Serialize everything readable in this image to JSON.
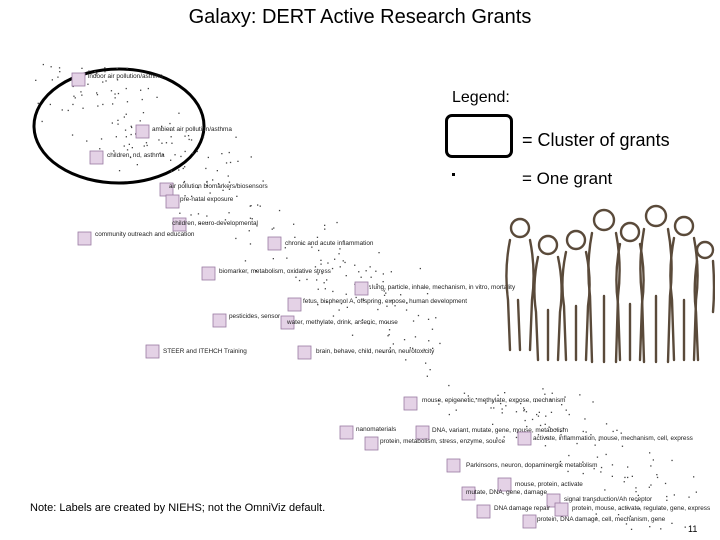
{
  "title": "Galaxy: DERT Active Research Grants",
  "legend": {
    "heading": "Legend:",
    "cluster_label": "= Cluster of grants",
    "grant_label": "= One grant"
  },
  "note": "Note: Labels are created by NIEHS; not the OmniViz default.",
  "page_number": "11",
  "clusters": [
    {
      "id": "c1",
      "label": "indoor air pollution/asthma"
    },
    {
      "id": "c2",
      "label": "ambient air pollution/asthma"
    },
    {
      "id": "c3",
      "label": "children, nd, asthma"
    },
    {
      "id": "c4",
      "label": "air pollution biomarkers/biosensors"
    },
    {
      "id": "c5",
      "label": "pre-natal exposure"
    },
    {
      "id": "c6",
      "label": "children, neuro-developmental"
    },
    {
      "id": "c7",
      "label": "community outreach and education"
    },
    {
      "id": "c8",
      "label": "chronic and acute inflammation"
    },
    {
      "id": "c9",
      "label": "biomarker, metabolism, oxidative stress"
    },
    {
      "id": "c10",
      "label": "lung, particle, inhale, mechanism, in vitro, mortality"
    },
    {
      "id": "c11",
      "label": "fetus, bisphenol A, offspring, expose, human development"
    },
    {
      "id": "c12",
      "label": "pesticides, sensor"
    },
    {
      "id": "c13",
      "label": "water, methylate, drink, arsenic, mouse"
    },
    {
      "id": "c14",
      "label": "STEER and ITEHCH Training"
    },
    {
      "id": "c15",
      "label": "brain, behave, child, neuron, neurotoxicity"
    },
    {
      "id": "c16",
      "label": "mouse, epigenetic, methylate, expose, mechanism"
    },
    {
      "id": "c17",
      "label": "nanomaterials"
    },
    {
      "id": "c18",
      "label": "DNA, variant, mutate, gene, mouse, metabolism"
    },
    {
      "id": "c19",
      "label": "activate, inflammation, mouse, mechanism, cell, express"
    },
    {
      "id": "c20",
      "label": "protein, metabolism, stress, enzyme, source"
    },
    {
      "id": "c21",
      "label": "Parkinsons, neuron, dopaminergic metabolism"
    },
    {
      "id": "c22",
      "label": "mouse, protein, activate"
    },
    {
      "id": "c23",
      "label": "mutate, DNA, gene, damage"
    },
    {
      "id": "c24",
      "label": "signal transduction/Ah receptor"
    },
    {
      "id": "c25",
      "label": "DNA damage repair"
    },
    {
      "id": "c26",
      "label": "protein, mouse, activate, regulate, gene, express"
    },
    {
      "id": "c27",
      "label": "protein, DNA damage, cell, mechanism, gene"
    }
  ],
  "colors": {
    "cluster_fill": "#e4d2e6",
    "cluster_stroke": "#9a7aa2",
    "ink": "#5a4a3a"
  }
}
